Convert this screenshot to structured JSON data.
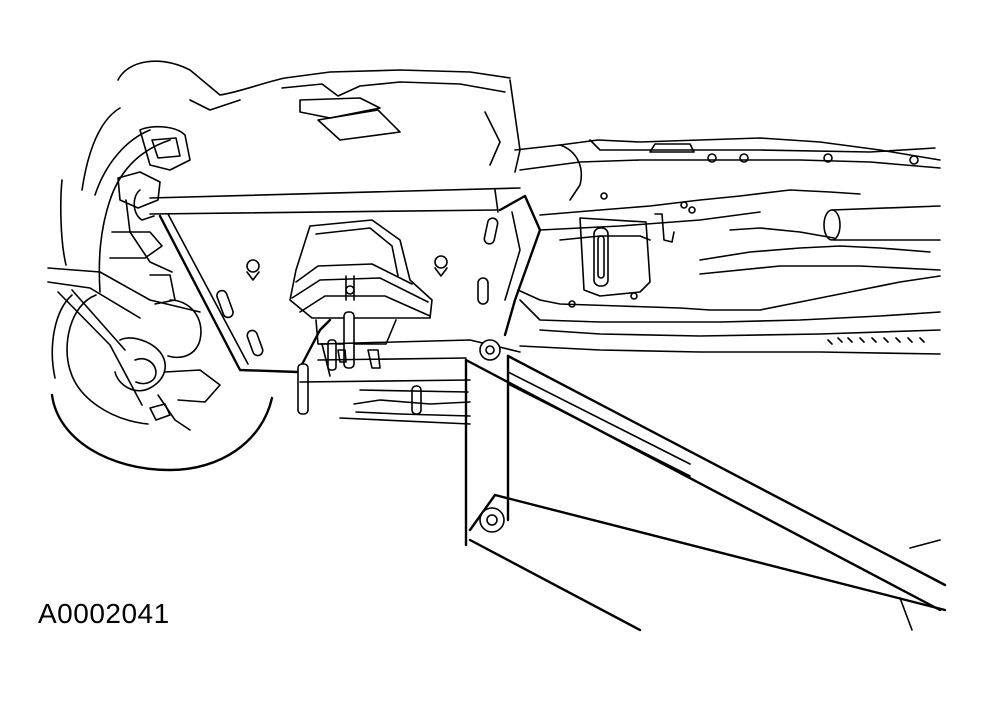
{
  "figure": {
    "id_label": "A0002041",
    "ink_color": "#000000",
    "paper_color": "#ffffff"
  },
  "parts": [
    "front-wheel-tire",
    "suspension-linkage",
    "engine-mount-bracket",
    "bracket-bolt",
    "transmission-crossmember",
    "underbody-floor-pan",
    "exhaust-pipe",
    "jack-lift-arm",
    "jack-arm-pivot"
  ]
}
